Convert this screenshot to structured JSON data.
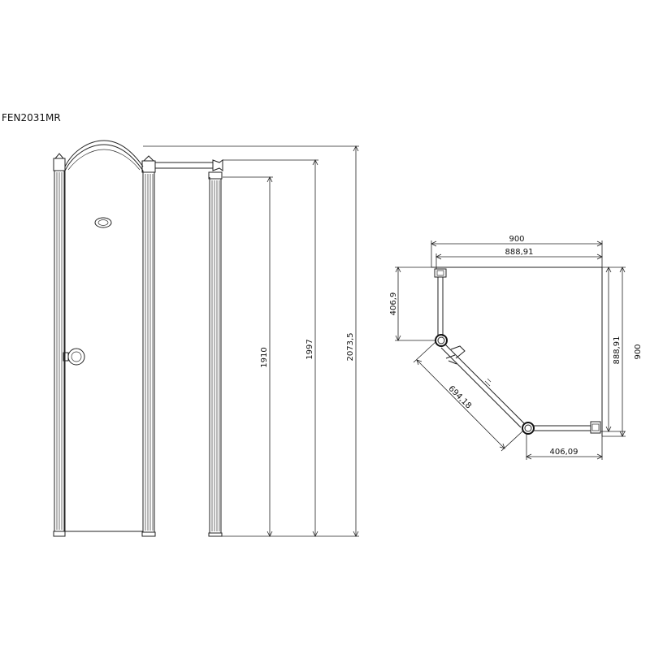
{
  "model_code": "FEN2031MR",
  "front_view": {
    "dim_1910": "1910",
    "dim_1997": "1997",
    "dim_2073_5": "2073,5"
  },
  "plan_view": {
    "dim_top_outer": "900",
    "dim_top_inner": "888,91",
    "dim_left_side": "406,9",
    "dim_diagonal": "694,18",
    "dim_bottom": "406,09",
    "dim_right_inner": "888,91",
    "dim_right_outer": "900"
  }
}
